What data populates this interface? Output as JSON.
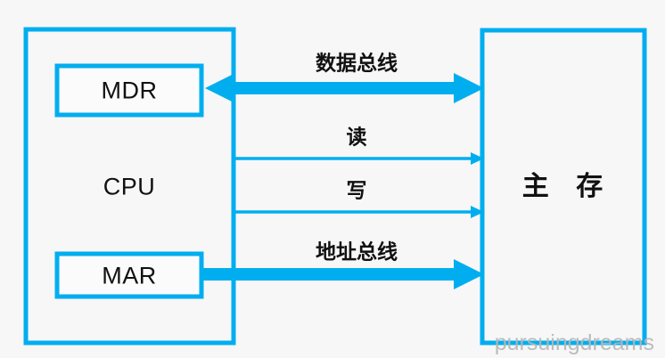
{
  "diagram": {
    "title_semantic": "cpu-main-memory-bus-diagram",
    "background_color": "#f7f7f7",
    "accent_color": "#00AEEF",
    "text_color": "#111111",
    "watermark_color": "#b6b6b6",
    "watermark": "pursuingdreams"
  },
  "cpu": {
    "label": "CPU",
    "registers": [
      {
        "name": "mdr",
        "label": "MDR"
      },
      {
        "name": "mar",
        "label": "MAR"
      }
    ]
  },
  "memory": {
    "label": "主 存"
  },
  "buses": [
    {
      "name": "data-bus",
      "label": "数据总线",
      "direction": "bidirectional",
      "weight": "thick",
      "from": "MDR",
      "to": "主 存"
    },
    {
      "name": "read-line",
      "label": "读",
      "direction": "right",
      "weight": "thin",
      "from": "CPU",
      "to": "主 存"
    },
    {
      "name": "write-line",
      "label": "写",
      "direction": "right",
      "weight": "thin",
      "from": "CPU",
      "to": "主 存"
    },
    {
      "name": "address-bus",
      "label": "地址总线",
      "direction": "right",
      "weight": "thick",
      "from": "MAR",
      "to": "主 存"
    }
  ]
}
